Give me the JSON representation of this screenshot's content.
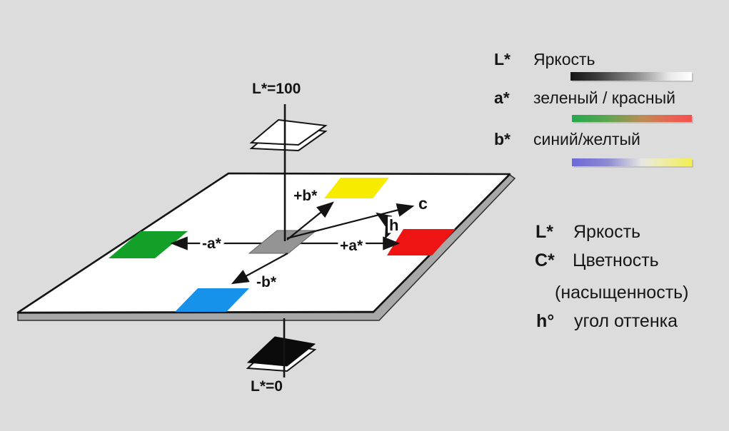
{
  "diagram": {
    "axis_top_label": "L*=100",
    "axis_bottom_label": "L*=0",
    "plus_b_label": "+b*",
    "minus_b_label": "-b*",
    "minus_a_label": "-a*",
    "plus_a_label": "+a*",
    "chroma_label": "c",
    "hue_label": "h"
  },
  "legend_top": {
    "rows": [
      {
        "symbol": "L*",
        "text": "Яркость"
      },
      {
        "symbol": "a*",
        "text": "зеленый / красный"
      },
      {
        "symbol": "b*",
        "text": "синий/желтый"
      }
    ]
  },
  "legend_bottom": {
    "rows": [
      {
        "symbol": "L*",
        "text": "Яркость"
      },
      {
        "symbol": "C*",
        "text": "Цветность"
      },
      {
        "symbol": "",
        "text": "(насыщенность)"
      },
      {
        "symbol": "h°",
        "text": "угол оттенка"
      }
    ]
  },
  "colors": {
    "background": "#dcdcdc",
    "plane_fill": "#ffffff",
    "plane_edge": "#141414",
    "slab_band": "#a8a8a8",
    "green_square": "#12a028",
    "yellow_square": "#f7ec00",
    "red_square": "#ee1414",
    "blue_square": "#1692eb",
    "gray_square": "#949494",
    "white_tile": "#ffffff",
    "black_tile": "#0b0b0b",
    "gradient_l_ends": [
      "#141414",
      "#ffffff"
    ],
    "gradient_a_ends": [
      "#23a84c",
      "#f4524e"
    ],
    "gradient_b_ends": [
      "#6b68da",
      "#f2ee52"
    ]
  }
}
